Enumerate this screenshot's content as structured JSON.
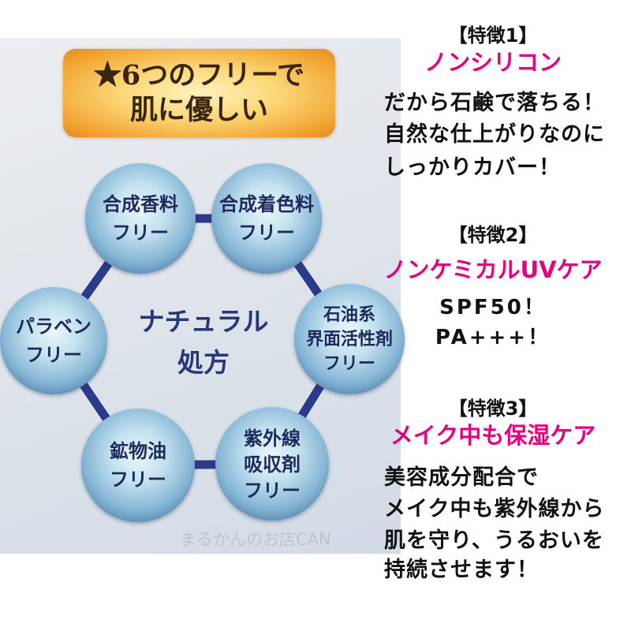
{
  "banner": {
    "line1": "★6つのフリーで",
    "line2": "肌に優しい"
  },
  "diagram": {
    "center": {
      "line1": "ナチュラル",
      "line2": "処方"
    },
    "nodes": [
      {
        "lines": [
          "合成香料",
          "フリー"
        ]
      },
      {
        "lines": [
          "合成着色料",
          "フリー"
        ]
      },
      {
        "lines": [
          "石油系",
          "界面活性剤",
          "フリー"
        ]
      },
      {
        "lines": [
          "紫外線",
          "吸収剤",
          "フリー"
        ]
      },
      {
        "lines": [
          "鉱物油",
          "フリー"
        ]
      },
      {
        "lines": [
          "パラベン",
          "フリー"
        ]
      }
    ]
  },
  "watermark": "まるかんのお店CAN",
  "features": [
    {
      "heading": "【特徴1】",
      "title": "ノンシリコン",
      "lines": [
        "だから石鹸で落ちる！",
        "自然な仕上がりなのに",
        "しっかりカバー！"
      ]
    },
    {
      "heading": "【特徴2】",
      "title": "ノンケミカルUVケア",
      "lines": [
        "SPF50！",
        "PA+++！"
      ]
    },
    {
      "heading": "【特徴3】",
      "title": "メイク中も保湿ケア",
      "lines": [
        "美容成分配合で",
        "メイク中も紫外線から",
        "肌を守り、うるおいを",
        "持続させます！"
      ]
    }
  ],
  "colors": {
    "accent": "#e4007f",
    "connector": "#2d3a8a",
    "text": "#111111",
    "banner": "#f2a634"
  }
}
